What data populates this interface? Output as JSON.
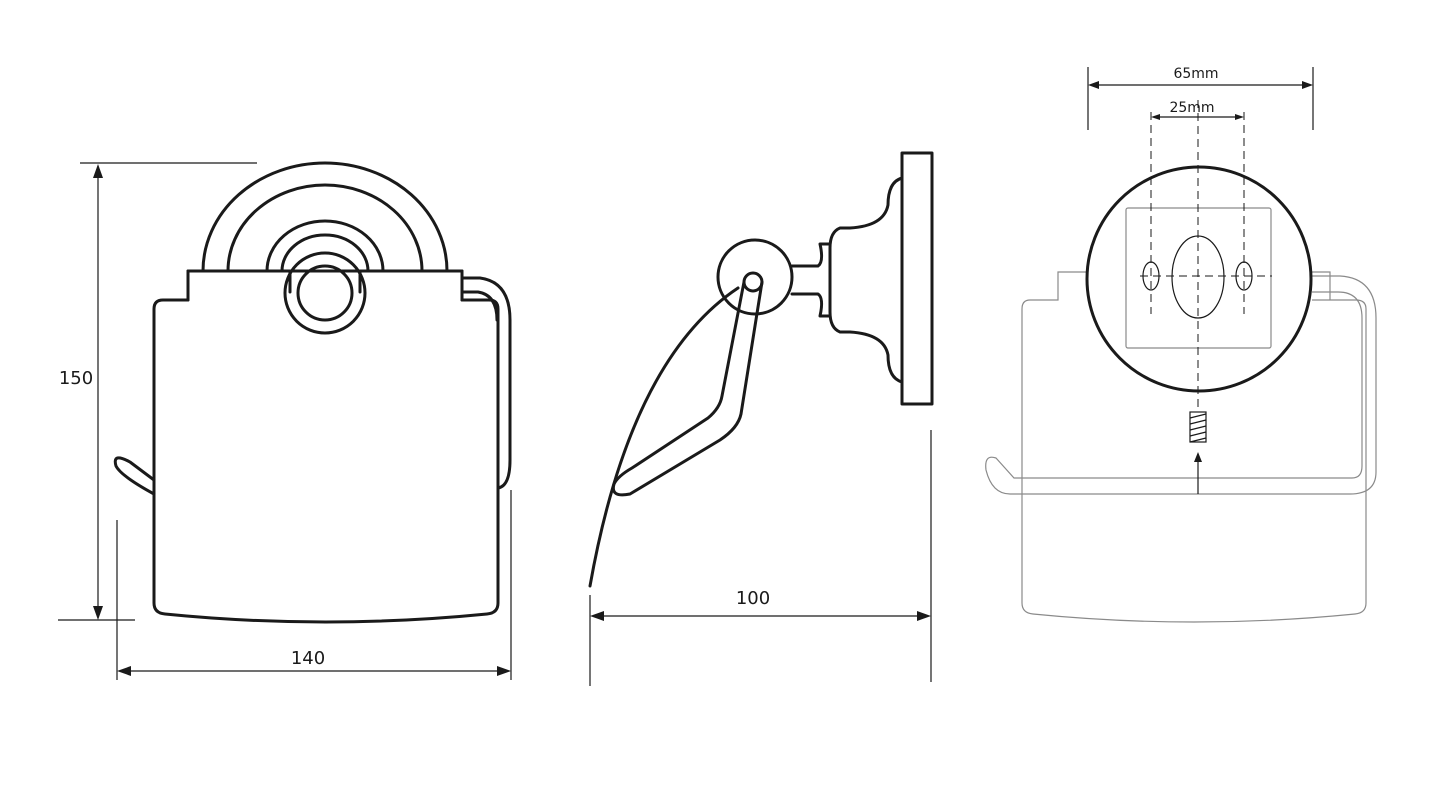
{
  "dimensions": {
    "height": "150",
    "width": "140",
    "depth": "100",
    "mount_outer": "65mm",
    "mount_inner": "25mm"
  },
  "colors": {
    "line": "#1a1a1a",
    "hidden_line": "#8a8a8a",
    "background": "#ffffff"
  }
}
